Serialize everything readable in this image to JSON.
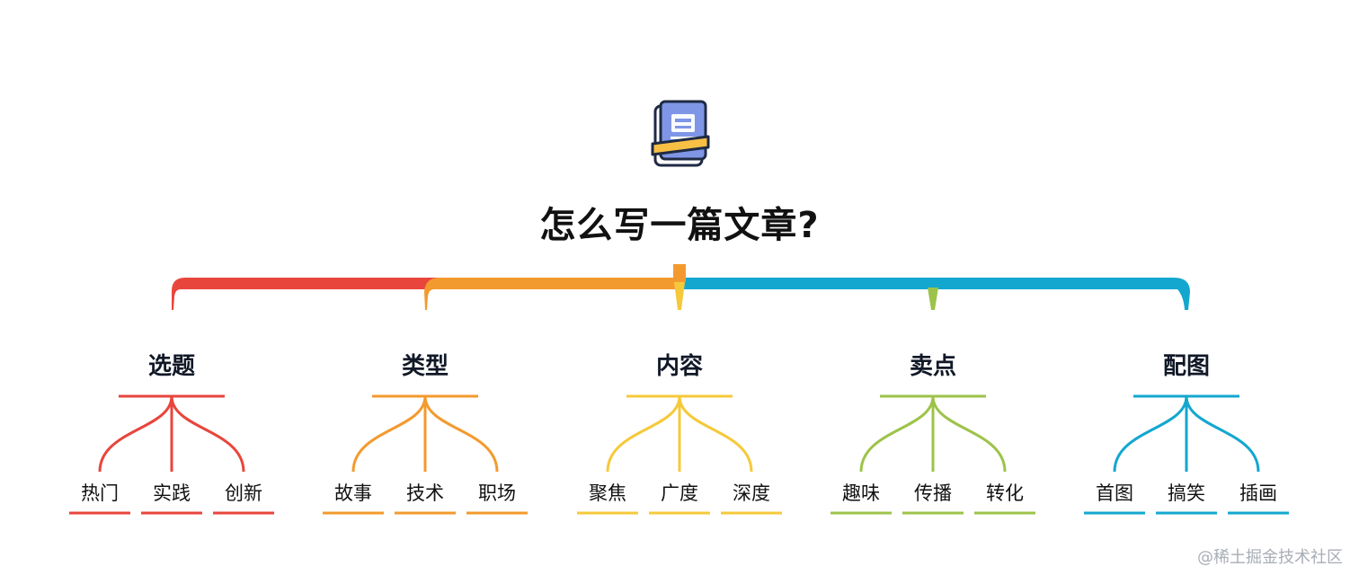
{
  "title": "怎么写一篇文章?",
  "icon": "book-icon",
  "watermark": "@稀土掘金技术社区",
  "categories": [
    {
      "label": "选题",
      "color": "#e8453c",
      "children": [
        "热门",
        "实践",
        "创新"
      ]
    },
    {
      "label": "类型",
      "color": "#f39a2e",
      "children": [
        "故事",
        "技术",
        "职场"
      ]
    },
    {
      "label": "内容",
      "color": "#f6c93a",
      "children": [
        "聚焦",
        "广度",
        "深度"
      ]
    },
    {
      "label": "卖点",
      "color": "#9dc34a",
      "children": [
        "趣味",
        "传播",
        "转化"
      ]
    },
    {
      "label": "配图",
      "color": "#13a7cf",
      "children": [
        "首图",
        "搞笑",
        "插画"
      ]
    }
  ]
}
